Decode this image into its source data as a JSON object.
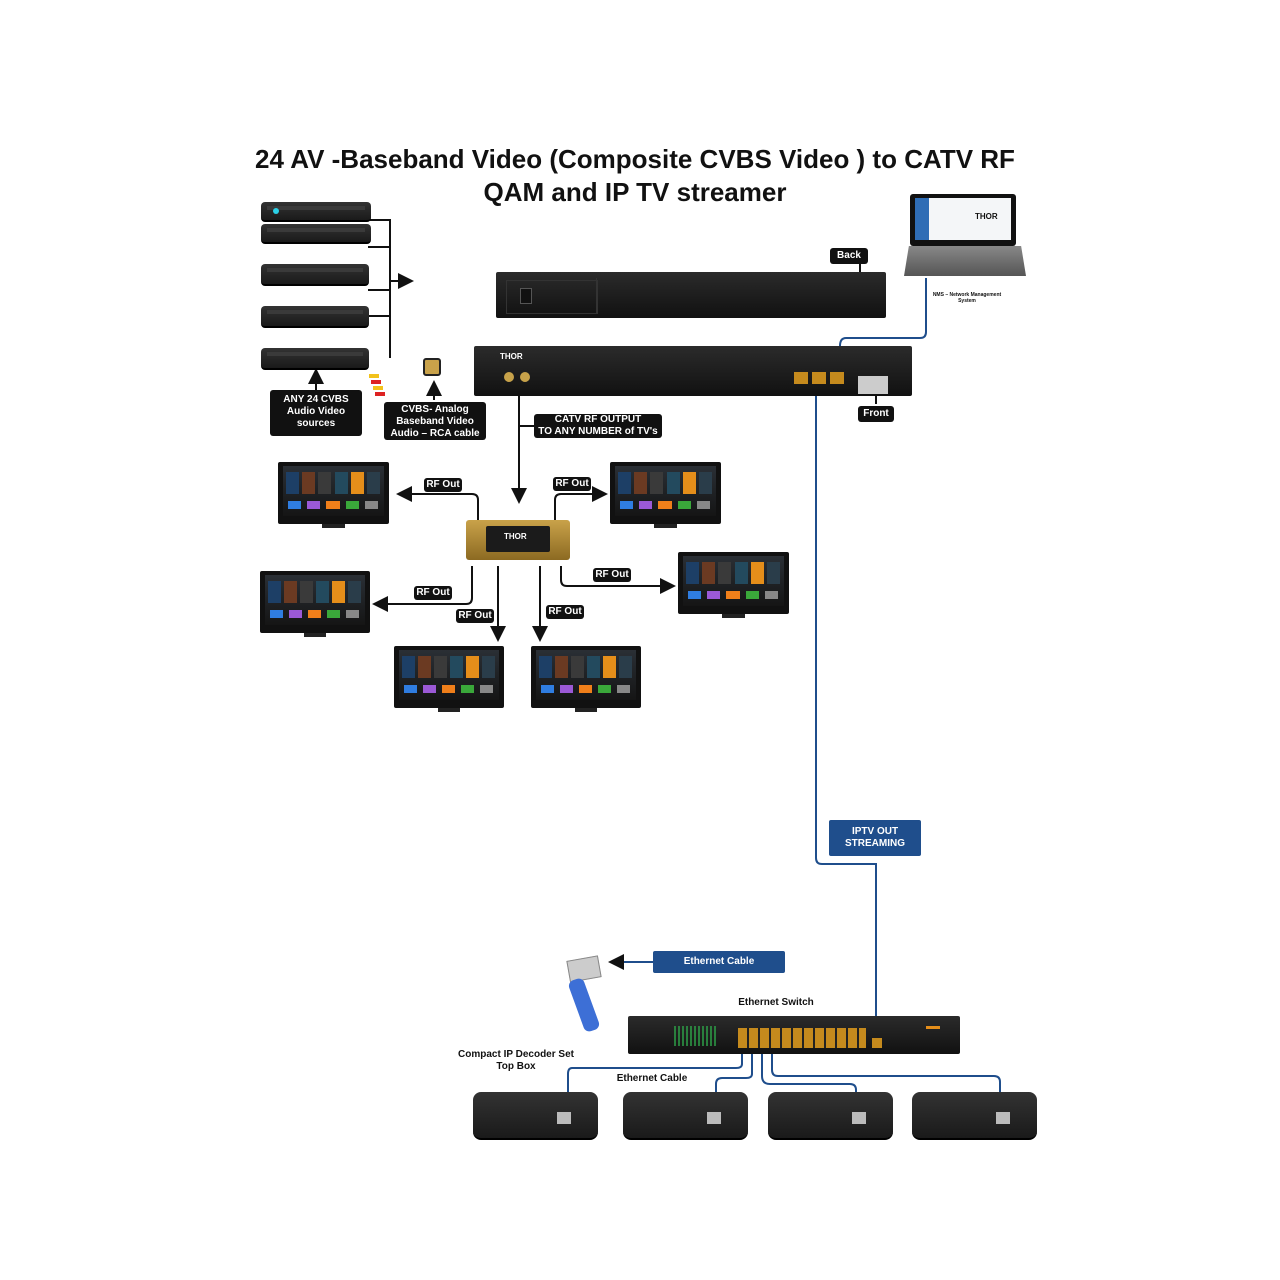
{
  "title": {
    "line1": "24 AV -Baseband Video (Composite CVBS Video ) to CATV RF",
    "line2": "QAM and IP TV streamer"
  },
  "labels": {
    "sources": [
      "ANY 24 CVBS",
      "Audio Video",
      "sources"
    ],
    "rca_cable": [
      "CVBS- Analog",
      "Baseband Video",
      "Audio – RCA cable"
    ],
    "back": "Back",
    "front": "Front",
    "catv_output": [
      "CATV RF OUTPUT",
      "TO ANY NUMBER of TV's"
    ],
    "nms": [
      "NMS – Network Management",
      "System"
    ],
    "rf_out": "RF Out",
    "iptv_out": [
      "IPTV OUT",
      "STREAMING"
    ],
    "ethernet_cable_box": "Ethernet Cable",
    "ethernet_switch": "Ethernet Switch",
    "decoder": [
      "Compact IP Decoder Set",
      "Top Box"
    ],
    "ethernet_cable": "Ethernet Cable",
    "brand": "THOR"
  },
  "colors": {
    "blue_wire": "#1f4e8c",
    "label_bg": "#111111",
    "accent_red": "#c0262d",
    "port_orange": "#c58a1d"
  },
  "counts": {
    "source_boxes": 5,
    "tvs": 6,
    "decoders": 4,
    "rf_out_labels": 6
  }
}
